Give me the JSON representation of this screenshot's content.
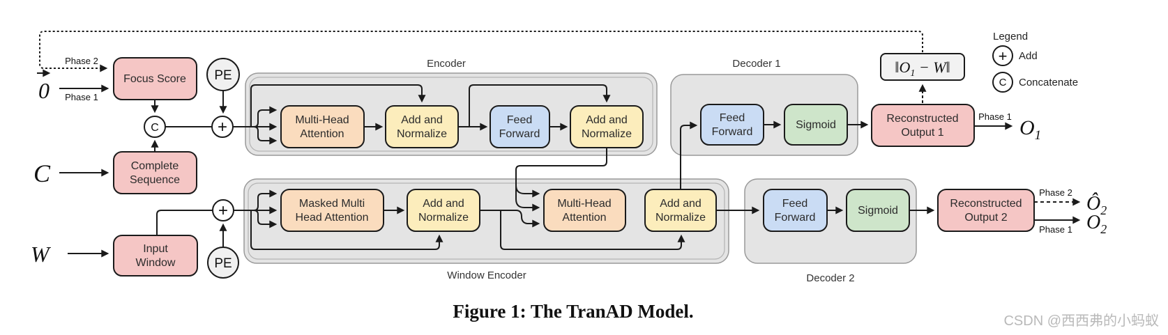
{
  "diagram": {
    "containers": {
      "encoder": "Encoder",
      "decoder1": "Decoder 1",
      "window_encoder": "Window Encoder",
      "decoder2": "Decoder 2"
    },
    "blocks": {
      "focus_score": {
        "l1": "Focus Score"
      },
      "complete_sequence": {
        "l1": "Complete",
        "l2": "Sequence"
      },
      "input_window": {
        "l1": "Input",
        "l2": "Window"
      },
      "mha_encoder": {
        "l1": "Multi-Head",
        "l2": "Attention"
      },
      "addnorm_encoder_1": {
        "l1": "Add and",
        "l2": "Normalize"
      },
      "ff_encoder": {
        "l1": "Feed",
        "l2": "Forward"
      },
      "addnorm_encoder_2": {
        "l1": "Add and",
        "l2": "Normalize"
      },
      "masked_mha": {
        "l1": "Masked Multi",
        "l2": "Head Attention"
      },
      "addnorm_window_1": {
        "l1": "Add and",
        "l2": "Normalize"
      },
      "mha_window": {
        "l1": "Multi-Head",
        "l2": "Attention"
      },
      "addnorm_window_2": {
        "l1": "Add and",
        "l2": "Normalize"
      },
      "ff_decoder1": {
        "l1": "Feed",
        "l2": "Forward"
      },
      "sigmoid_decoder1": {
        "l1": "Sigmoid"
      },
      "ff_decoder2": {
        "l1": "Feed",
        "l2": "Forward"
      },
      "sigmoid_decoder2": {
        "l1": "Sigmoid"
      },
      "recon_output_1": {
        "l1": "Reconstructed",
        "l2": "Output 1"
      },
      "recon_output_2": {
        "l1": "Reconstructed",
        "l2": "Output 2"
      }
    },
    "operators": {
      "pe": "PE",
      "plus": "+",
      "concat": "C"
    },
    "norm_box": {
      "pre": "‖O",
      "sub": "1",
      "post": " − W‖"
    },
    "phase_labels": {
      "phase1": "Phase 1",
      "phase2": "Phase 2"
    },
    "io": {
      "zero": "0",
      "c": "C",
      "w": "W",
      "o1": "O",
      "o1_sub": "1",
      "o2hat": "Ô",
      "o2hat_sub": "2",
      "o2": "O",
      "o2_sub": "2"
    },
    "legend": {
      "title": "Legend",
      "plus": "+",
      "add": "Add",
      "concat": "C",
      "concatenate": "Concatenate"
    }
  },
  "caption": "Figure 1: The TranAD Model.",
  "watermark": "CSDN @西西弗的小蚂蚁",
  "colors": {
    "block_pink": "#f5c6c5",
    "block_peach": "#fadcbe",
    "block_yellow": "#fcedbc",
    "block_blue": "#cadcf4",
    "block_green": "#cee5ca",
    "container_gray": "#e4e4e4",
    "container_border": "#999999",
    "line": "#1a1a1a",
    "pe_fill": "#f0f0f0",
    "norm_box_fill": "#f2f2f2",
    "watermark_gray": "#b9b9b9"
  }
}
